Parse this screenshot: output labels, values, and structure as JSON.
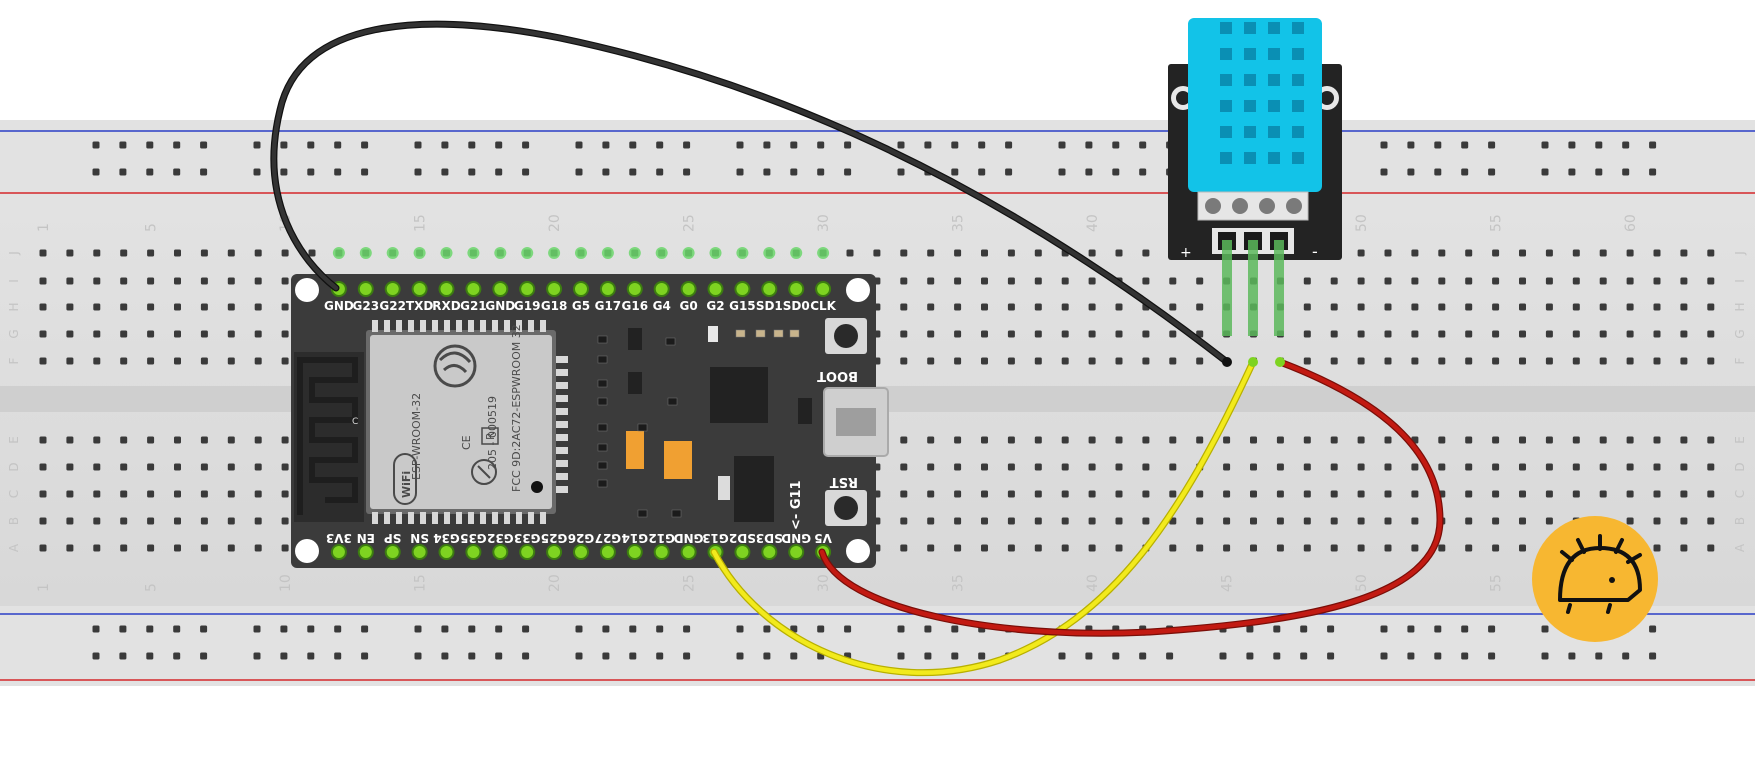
{
  "breadboard": {
    "column_numbers": [
      "1",
      "5",
      "10",
      "15",
      "20",
      "25",
      "30",
      "35",
      "40",
      "45",
      "50",
      "55",
      "60"
    ],
    "row_letters_top": [
      "J",
      "I",
      "H",
      "G",
      "F"
    ],
    "row_letters_bottom": [
      "E",
      "D",
      "C",
      "B",
      "A"
    ]
  },
  "esp32": {
    "top_pins": [
      "GND",
      "G23",
      "G22",
      "TXD",
      "RXD",
      "G21",
      "GND",
      "G19",
      "G18",
      "G5",
      "G17",
      "G16",
      "G4",
      "G0",
      "G2",
      "G15",
      "SD1",
      "SD0",
      "CLK"
    ],
    "bottom_pins": [
      "3V3",
      "EN",
      "SP",
      "SN",
      "G34",
      "G35",
      "G32",
      "G33",
      "G25",
      "G26",
      "G27",
      "G14",
      "G12",
      "GND",
      "G13",
      "SD2",
      "SD3",
      "GND",
      "V5"
    ],
    "module_text_1": "ESP-WROOM-32",
    "module_text_2": "205 - 000519",
    "module_text_3": "FCC 9D:2AC72-ESPWROOM 32",
    "module_ce": "CE",
    "module_r": "R",
    "module_wifi": "WiFi",
    "antenna_mark": "C",
    "boot_label": "BOOT",
    "rst_label": "RST",
    "g11_label": "<- G11"
  },
  "dht_sensor": {
    "plus_label": "+",
    "minus_label": "-"
  },
  "wires": [
    {
      "name": "gnd-wire",
      "color": "#2b2b2b"
    },
    {
      "name": "data-wire",
      "color": "#f2ea1c"
    },
    {
      "name": "power-wire",
      "color": "#c21a12"
    }
  ],
  "colors": {
    "breadboard": "#dcdcdc",
    "board": "#3a3a3a",
    "sensor": "#12c3e8",
    "logo": "#f7b731"
  }
}
